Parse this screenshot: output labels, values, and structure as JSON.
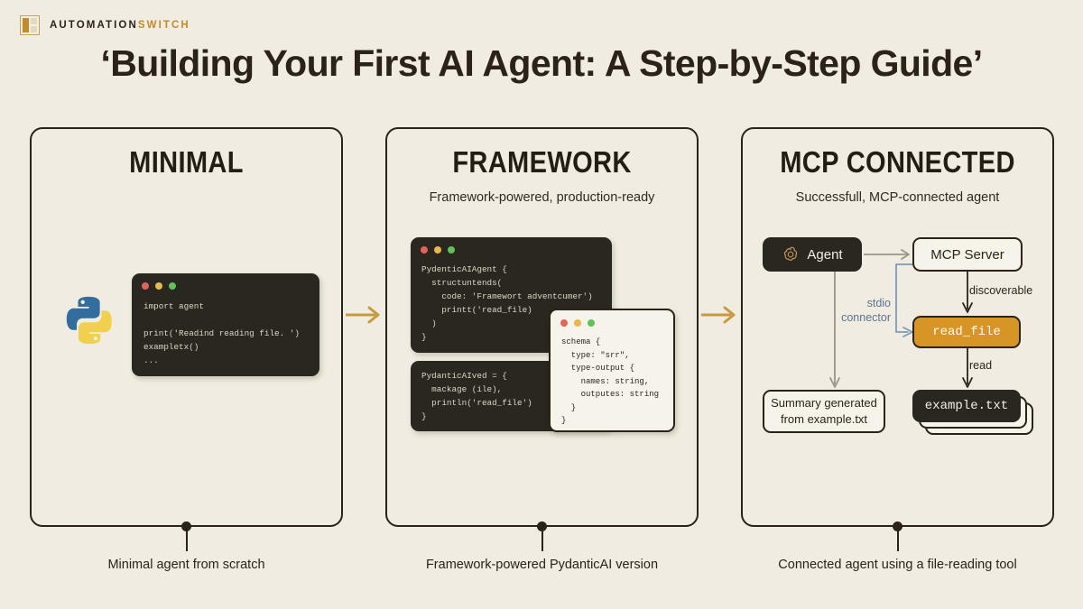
{
  "brand": {
    "mark_icon": "logo-square-icon",
    "name_part1": "AUTOMATION",
    "name_part2": "SWITCH",
    "accent_color": "#bf8b2c"
  },
  "page": {
    "title": "‘Building Your First AI Agent: A Step-by-Step Guide’",
    "background_color": "#f0ece1",
    "ink_color": "#2b2319"
  },
  "panels": [
    {
      "id": "minimal",
      "title": "MINIMAL",
      "subtitle": "",
      "caption": "Minimal agent from scratch",
      "logo_icon": "python-logo-icon",
      "code_windows": [
        {
          "id": "py-win",
          "theme": "dark",
          "traffic_lights": [
            "red",
            "yellow",
            "green"
          ],
          "code": "import agent\n\nprint('Readind reading file. ')\nexampletx()\n..."
        }
      ]
    },
    {
      "id": "framework",
      "title": "FRAMEWORK",
      "subtitle": "Framework-powered, production-ready",
      "caption": "Framework-powered PydanticAI version",
      "code_windows": [
        {
          "id": "fw-win-1",
          "theme": "dark",
          "traffic_lights": [
            "red",
            "yellow",
            "green"
          ],
          "code": "PydenticAIAgent {\n  structuntends(\n    code: 'Framewort adventcumer')\n    printt('read_file)\n  )\n}"
        },
        {
          "id": "fw-win-2",
          "theme": "dark",
          "traffic_lights": [],
          "code": "PydanticAIved = {\n  mackage (ile),\n  println('read_file')\n}"
        },
        {
          "id": "fw-win-3",
          "theme": "light",
          "traffic_lights": [
            "red",
            "yellow",
            "green"
          ],
          "code": "schema {\n  type: \"srr\",\n  type-output {\n    names: string,\n    outputes: string\n  }\n}"
        }
      ]
    },
    {
      "id": "mcp",
      "title": "MCP CONNECTED",
      "subtitle": "Successfull, MCP-connected agent",
      "caption": "Connected agent using a file-reading tool",
      "diagram": {
        "nodes": [
          {
            "id": "agent",
            "label": "Agent",
            "style": "dark",
            "icon": "openai-logo-icon"
          },
          {
            "id": "mcp",
            "label": "MCP Server",
            "style": "light"
          },
          {
            "id": "read_file",
            "label": "read_file",
            "style": "gold"
          },
          {
            "id": "example",
            "label": "example.txt",
            "style": "dark-mono"
          },
          {
            "id": "summary",
            "label": "Summary generated from example.txt",
            "style": "light"
          }
        ],
        "edge_labels": {
          "discoverable": "discoverable",
          "read": "read",
          "stdio": "stdio connector"
        },
        "accent_color": "#d79526",
        "connector_color": "#7d9bb8"
      }
    }
  ],
  "arrows": {
    "between_icon": "arrow-right-icon",
    "color": "#c79a3e"
  }
}
